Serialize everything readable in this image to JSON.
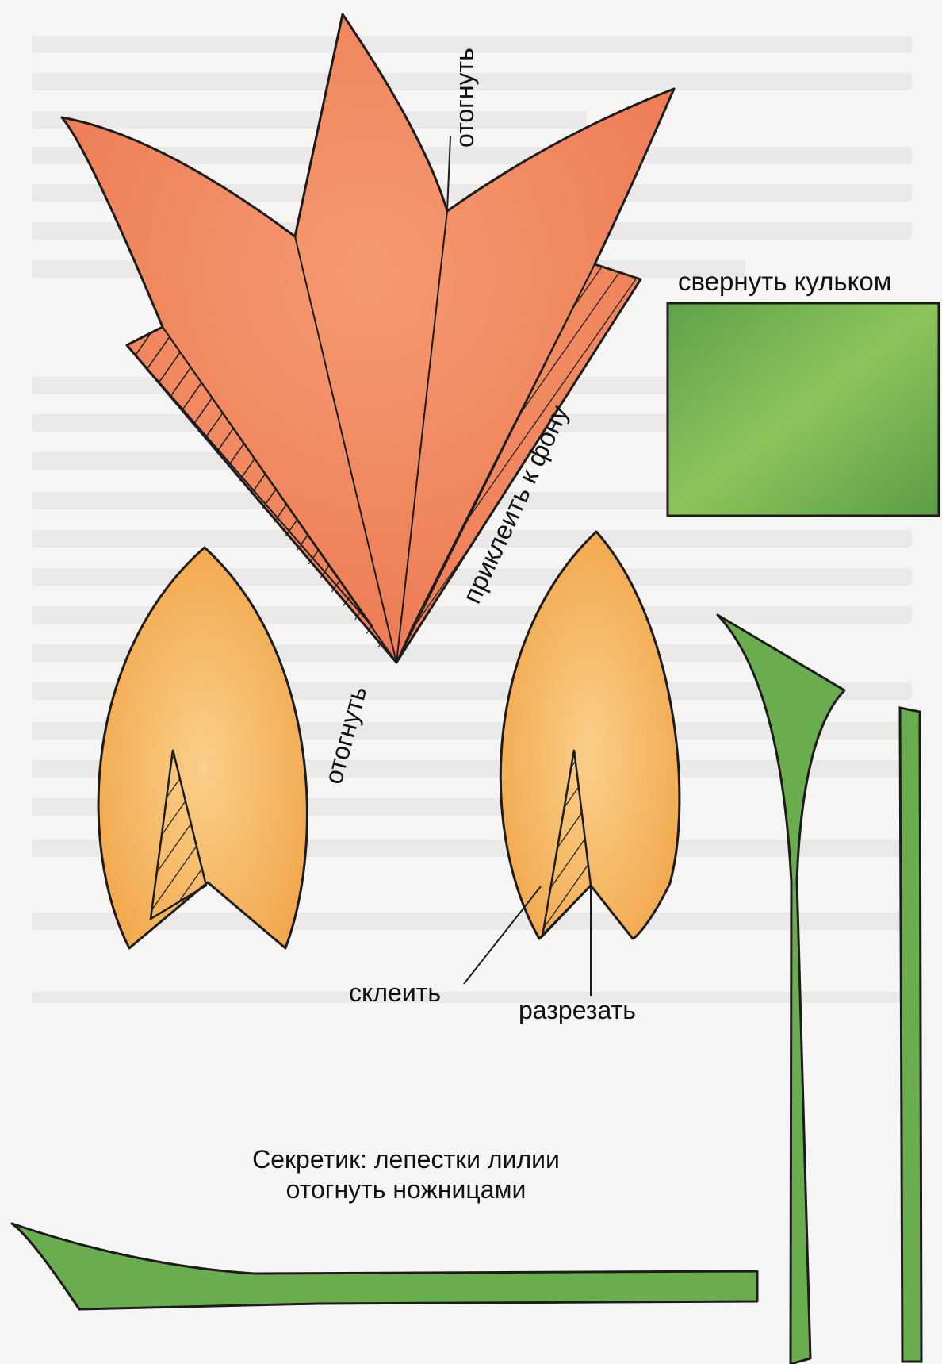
{
  "labels": {
    "otognut_top": "отогнуть",
    "prikleit": "приклеить к фону",
    "otognut_bottom": "отогнуть",
    "svernut": "свернуть кульком",
    "skleit": "склеить",
    "razrezat": "разрезать",
    "secret_line1": "Секретик: лепестки лилии",
    "secret_line2": "отогнуть ножницами"
  },
  "colors": {
    "petal_orange": "#f07f58",
    "petal_yellow": "#f3b257",
    "leaf_green": "#68ac50",
    "outline": "#1c1c1c"
  }
}
